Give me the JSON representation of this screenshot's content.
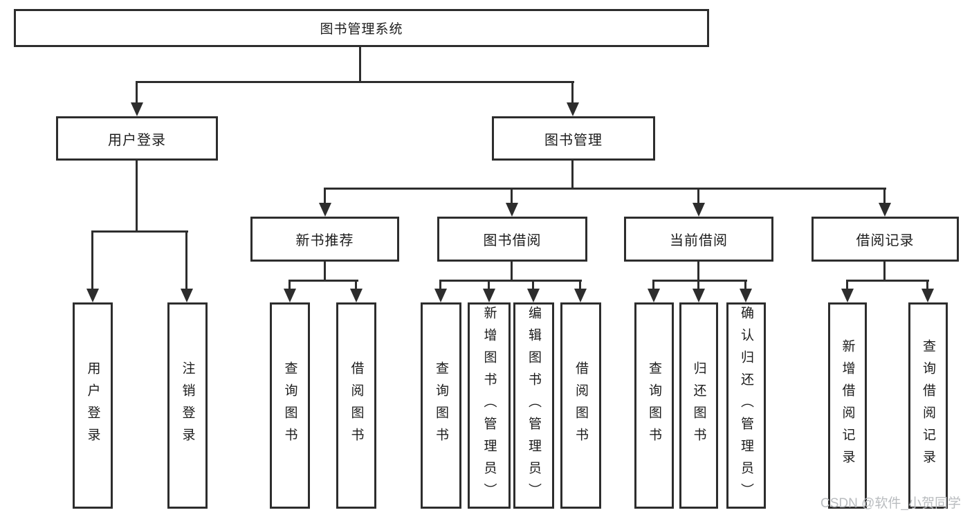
{
  "diagram": {
    "type": "hierarchy-tree",
    "nodes": {
      "root": "图书管理系统",
      "user_login": "用户登录",
      "book_management": "图书管理",
      "new_book_recommend": "新书推荐",
      "book_borrow": "图书借阅",
      "current_borrow": "当前借阅",
      "borrow_record": "借阅记录",
      "leaf_user_login": "用户登录",
      "leaf_logout": "注销登录",
      "leaf_nb_query": "查询图书",
      "leaf_nb_borrow": "借阅图书",
      "leaf_bb_query": "查询图书",
      "leaf_bb_add": "新增图书（管理员）",
      "leaf_bb_edit": "编辑图书（管理员）",
      "leaf_bb_borrow": "借阅图书",
      "leaf_cb_query": "查询图书",
      "leaf_cb_return": "归还图书",
      "leaf_cb_confirm": "确认归还（管理员）",
      "leaf_br_add": "新增借阅记录",
      "leaf_br_query": "查询借阅记录"
    },
    "edges": [
      [
        "图书管理系统",
        "用户登录"
      ],
      [
        "图书管理系统",
        "图书管理"
      ],
      [
        "用户登录",
        "用户登录"
      ],
      [
        "用户登录",
        "注销登录"
      ],
      [
        "图书管理",
        "新书推荐"
      ],
      [
        "图书管理",
        "图书借阅"
      ],
      [
        "图书管理",
        "当前借阅"
      ],
      [
        "图书管理",
        "借阅记录"
      ],
      [
        "新书推荐",
        "查询图书"
      ],
      [
        "新书推荐",
        "借阅图书"
      ],
      [
        "图书借阅",
        "查询图书"
      ],
      [
        "图书借阅",
        "新增图书（管理员）"
      ],
      [
        "图书借阅",
        "编辑图书（管理员）"
      ],
      [
        "图书借阅",
        "借阅图书"
      ],
      [
        "当前借阅",
        "查询图书"
      ],
      [
        "当前借阅",
        "归还图书"
      ],
      [
        "当前借阅",
        "确认归还（管理员）"
      ],
      [
        "借阅记录",
        "新增借阅记录"
      ],
      [
        "借阅记录",
        "查询借阅记录"
      ]
    ],
    "colors": {
      "line": "#2d2d2d",
      "text": "#1c1c1c",
      "background": "#ffffff",
      "watermark": "#b9bcbf"
    }
  },
  "watermark": "CSDN @软件_小贺同学"
}
